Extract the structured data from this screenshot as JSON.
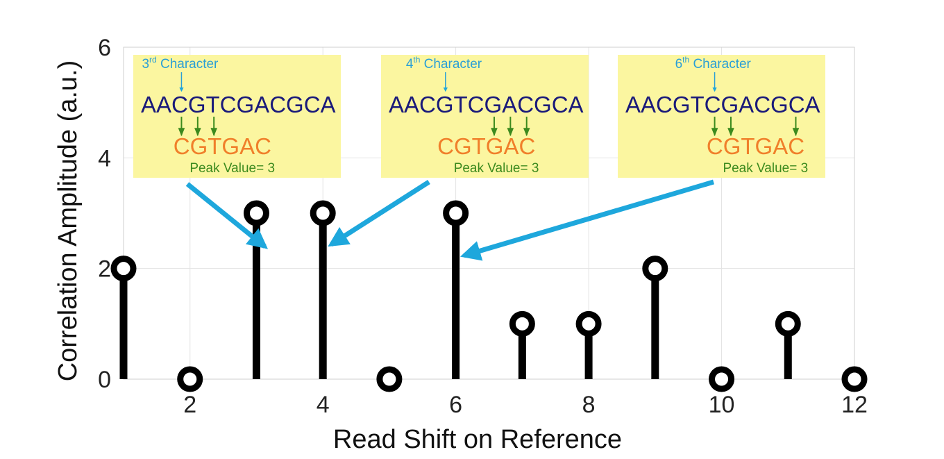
{
  "chart_data": {
    "type": "stem",
    "xlabel": "Read Shift on Reference",
    "ylabel": "Correlation Amplitude (a.u.)",
    "xlim": [
      1,
      12
    ],
    "ylim": [
      0,
      6
    ],
    "xticks": [
      2,
      4,
      6,
      8,
      10,
      12
    ],
    "yticks": [
      0,
      2,
      4,
      6
    ],
    "grid": true,
    "x": [
      1,
      2,
      3,
      4,
      5,
      6,
      7,
      8,
      9,
      10,
      11,
      12
    ],
    "values": [
      2,
      0,
      3,
      3,
      0,
      3,
      1,
      1,
      2,
      0,
      1,
      0
    ],
    "colors": {
      "stem": "#000000",
      "box": "#fbf6a0",
      "arrow": "#1ea7dc",
      "reference": "#1a1a7a",
      "read": "#f07f2a",
      "match_arrow": "#3c8a1e",
      "position_label": "#2a9fd6"
    },
    "annotations": [
      {
        "pos_num": "3",
        "pos_sup": "rd",
        "pos_text": "Character",
        "reference": "AACGTCGACGCA",
        "read": "CGTGAC",
        "peak_label": "Peak Value= 3",
        "points_to_x": 3,
        "read_offset": 2,
        "matches": [
          0,
          1,
          2
        ]
      },
      {
        "pos_num": "4",
        "pos_sup": "th",
        "pos_text": "Character",
        "reference": "AACGTCGACGCA",
        "read": "CGTGAC",
        "peak_label": "Peak Value= 3",
        "points_to_x": 4,
        "read_offset": 3,
        "matches": [
          3,
          4,
          5
        ]
      },
      {
        "pos_num": "6",
        "pos_sup": "th",
        "pos_text": "Character",
        "reference": "AACGTCGACGCA",
        "read": "CGTGAC",
        "peak_label": "Peak Value= 3",
        "points_to_x": 6,
        "read_offset": 5,
        "matches": [
          0,
          1,
          5
        ]
      }
    ]
  }
}
